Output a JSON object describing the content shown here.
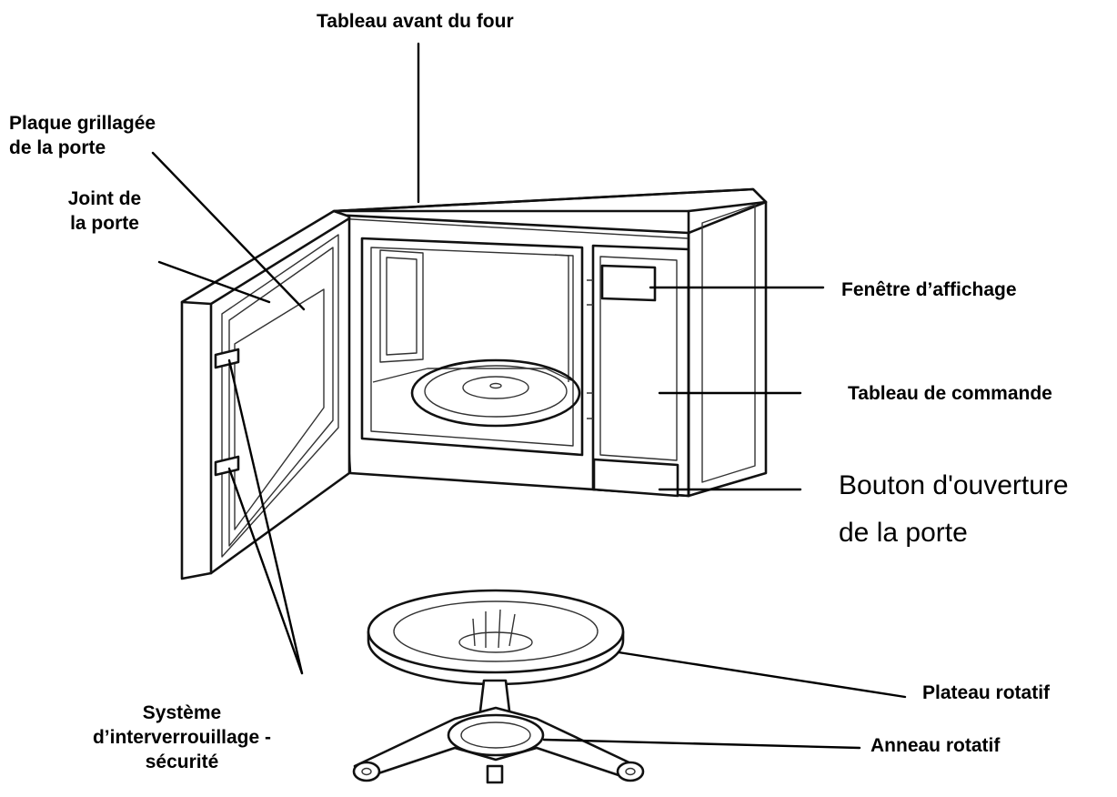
{
  "labels": {
    "oven_front": "Tableau avant du four",
    "door_mesh_line1": "Plaque grillagée",
    "door_mesh_line2": "de la porte",
    "door_seal_line1": "Joint de",
    "door_seal_line2": "la porte",
    "display_window": "Fenêtre d’affichage",
    "control_panel": "Tableau de commande",
    "door_button_line1": "Bouton d'ouverture",
    "door_button_line2": "de la porte",
    "turntable": "Plateau rotatif",
    "roller_ring": "Anneau rotatif",
    "interlock_line1": "Système",
    "interlock_line2": "d’interverrouillage -",
    "interlock_line3": "sécurité"
  },
  "colors": {
    "line": "#111111",
    "background": "#ffffff"
  }
}
